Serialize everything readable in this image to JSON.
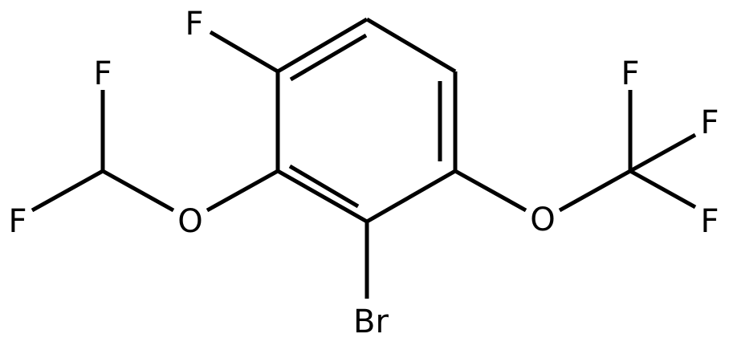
{
  "molecule": {
    "atoms": {
      "f_top": "F",
      "f_chf2_top": "F",
      "f_chf2_left": "F",
      "o_left": "O",
      "br": "Br",
      "o_right": "O",
      "f_cf3_top": "F",
      "f_cf3_right": "F",
      "f_cf3_bottom": "F"
    }
  }
}
